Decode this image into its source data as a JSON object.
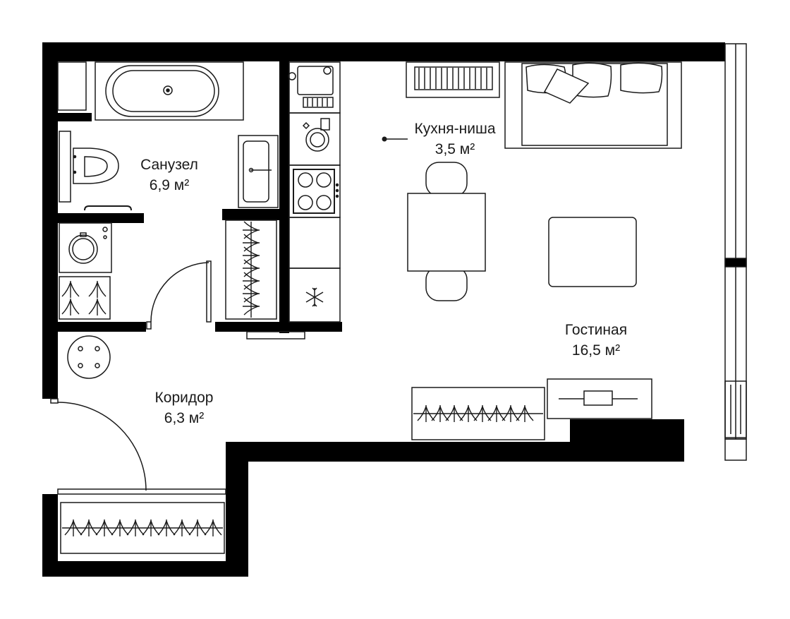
{
  "rooms": {
    "bathroom": {
      "name": "Санузел",
      "area": "6,9 м²"
    },
    "kitchen": {
      "name": "Кухня-ниша",
      "area": "3,5 м²"
    },
    "living": {
      "name": "Гостиная",
      "area": "16,5 м²"
    },
    "corridor": {
      "name": "Коридор",
      "area": "6,3 м²"
    }
  },
  "colors": {
    "wall": "#000000",
    "line": "#1a1a1a",
    "background": "#ffffff"
  },
  "icons": [
    "bathtub-icon",
    "toilet-icon",
    "sink-icon",
    "washing-machine-icon",
    "stove-icon",
    "fridge-icon",
    "sofa-icon",
    "table-icon",
    "chair-icon",
    "door-icon",
    "window-icon",
    "wardrobe-icon",
    "radiator-icon",
    "coffee-table-icon",
    "tv-stand-icon"
  ]
}
